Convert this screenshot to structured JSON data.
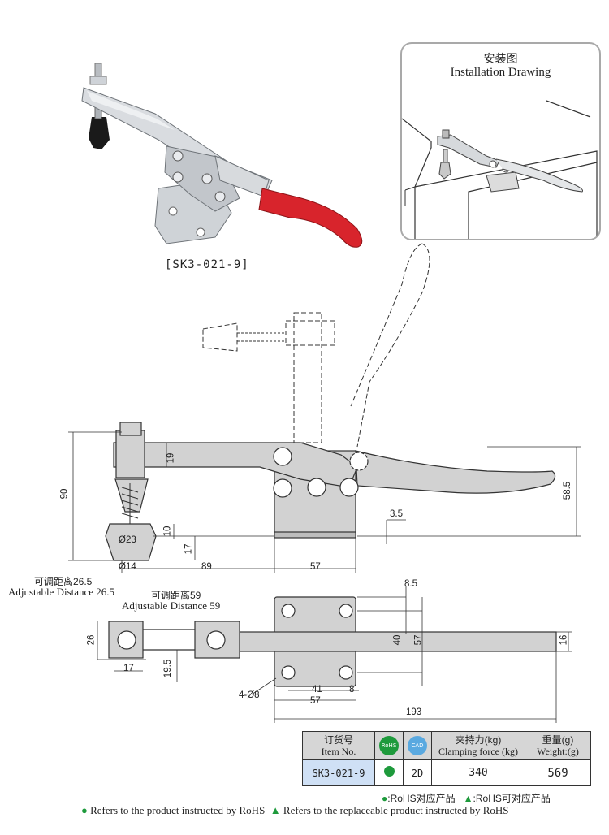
{
  "product": {
    "model_caption": "[SK3-021-9]"
  },
  "installation": {
    "title_cn": "安装图",
    "title_en": "Installation Drawing"
  },
  "dimensions": {
    "side_view": {
      "d90": "90",
      "d19": "19",
      "d10": "10",
      "d17": "17",
      "d23": "Ø23",
      "d14": "Ø14",
      "d89": "89",
      "d57": "57",
      "d3_5": "3.5",
      "d58_5": "58.5"
    },
    "adjust": {
      "label1_cn": "可调距离26.5",
      "label1_en": "Adjustable Distance 26.5",
      "label2_cn": "可调距离59",
      "label2_en": "Adjustable Distance 59"
    },
    "top_view": {
      "d26": "26",
      "d17": "17",
      "d19_5": "19.5",
      "d8_5": "8.5",
      "d40": "40",
      "d57v": "57",
      "d16": "16",
      "d41": "41",
      "d8": "8",
      "d57h": "57",
      "d193": "193",
      "holes": "4-Ø8"
    }
  },
  "spec_table": {
    "headers": {
      "item_cn": "订货号",
      "item_en": "Item No.",
      "rohs_badge": "RoHS",
      "cad_badge": "CAD",
      "force_cn": "夹持力(kg)",
      "force_en": "Clamping force (kg)",
      "weight_cn": "重量(g)",
      "weight_en": "Weight:(g)"
    },
    "row": {
      "item_no": "SK3-021-9",
      "cad": "2D",
      "clamping_force": "340",
      "weight": "569"
    }
  },
  "legend": {
    "cn_rohs": ":RoHS对应产品",
    "cn_replace": ":RoHS可对应产品",
    "en_rohs": "Refers to the product instructed by RoHS",
    "en_replace": "Refers to the replaceable product instructed by RoHS"
  },
  "colors": {
    "handle_red": "#d8242c",
    "metal": "#c9ccd0",
    "part_fill": "#d2d2d2",
    "rohs_green": "#1e9a3c",
    "cad_blue": "#5aa9e0",
    "item_blue": "#cfe0f5",
    "header_gray": "#d6d6d6"
  }
}
